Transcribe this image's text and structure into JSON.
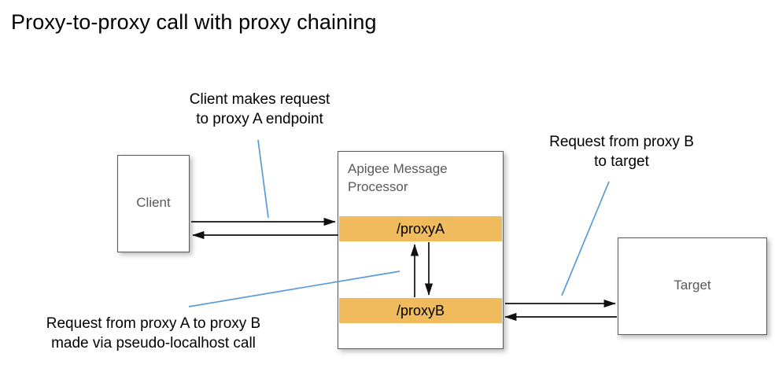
{
  "page": {
    "title": "Proxy-to-proxy call with proxy chaining",
    "background_color": "#ffffff"
  },
  "colors": {
    "proxy_band": "#F0BB5C",
    "box_border": "#595959",
    "box_label_text": "#595959",
    "leader_line": "#5B9BD5",
    "arrow": "#000000",
    "title_text": "#000000"
  },
  "diagram": {
    "nodes": {
      "client": {
        "label": "Client"
      },
      "message_processor": {
        "title_line1": "Apigee Message",
        "title_line2": "Processor",
        "title": "Apigee Message Processor",
        "proxy_a": "/proxyA",
        "proxy_b": "/proxyB"
      },
      "target": {
        "label": "Target"
      }
    },
    "annotations": [
      {
        "id": "client-request",
        "line1": "Client makes request",
        "line2": "to proxy A endpoint",
        "text": "Client makes request\nto proxy A endpoint"
      },
      {
        "id": "target-request",
        "line1": "Request from proxy B",
        "line2": "to target",
        "text": "Request from proxy B\nto target"
      },
      {
        "id": "proxy-chain-request",
        "line1": "Request from proxy A to proxy B",
        "line2": "made via pseudo-localhost call",
        "text": "Request from proxy A to proxy B\nmade via pseudo-localhost call"
      }
    ],
    "flows": [
      {
        "id": "client-to-proxya",
        "from": "Client",
        "to": "/proxyA",
        "direction": "right"
      },
      {
        "id": "proxya-to-client",
        "from": "/proxyA",
        "to": "Client",
        "direction": "left"
      },
      {
        "id": "proxya-to-proxyb",
        "from": "/proxyA",
        "to": "/proxyB",
        "direction": "down"
      },
      {
        "id": "proxyb-to-proxya",
        "from": "/proxyB",
        "to": "/proxyA",
        "direction": "up"
      },
      {
        "id": "proxyb-to-target",
        "from": "/proxyB",
        "to": "Target",
        "direction": "right"
      },
      {
        "id": "target-to-proxyb",
        "from": "Target",
        "to": "/proxyB",
        "direction": "left"
      }
    ]
  }
}
